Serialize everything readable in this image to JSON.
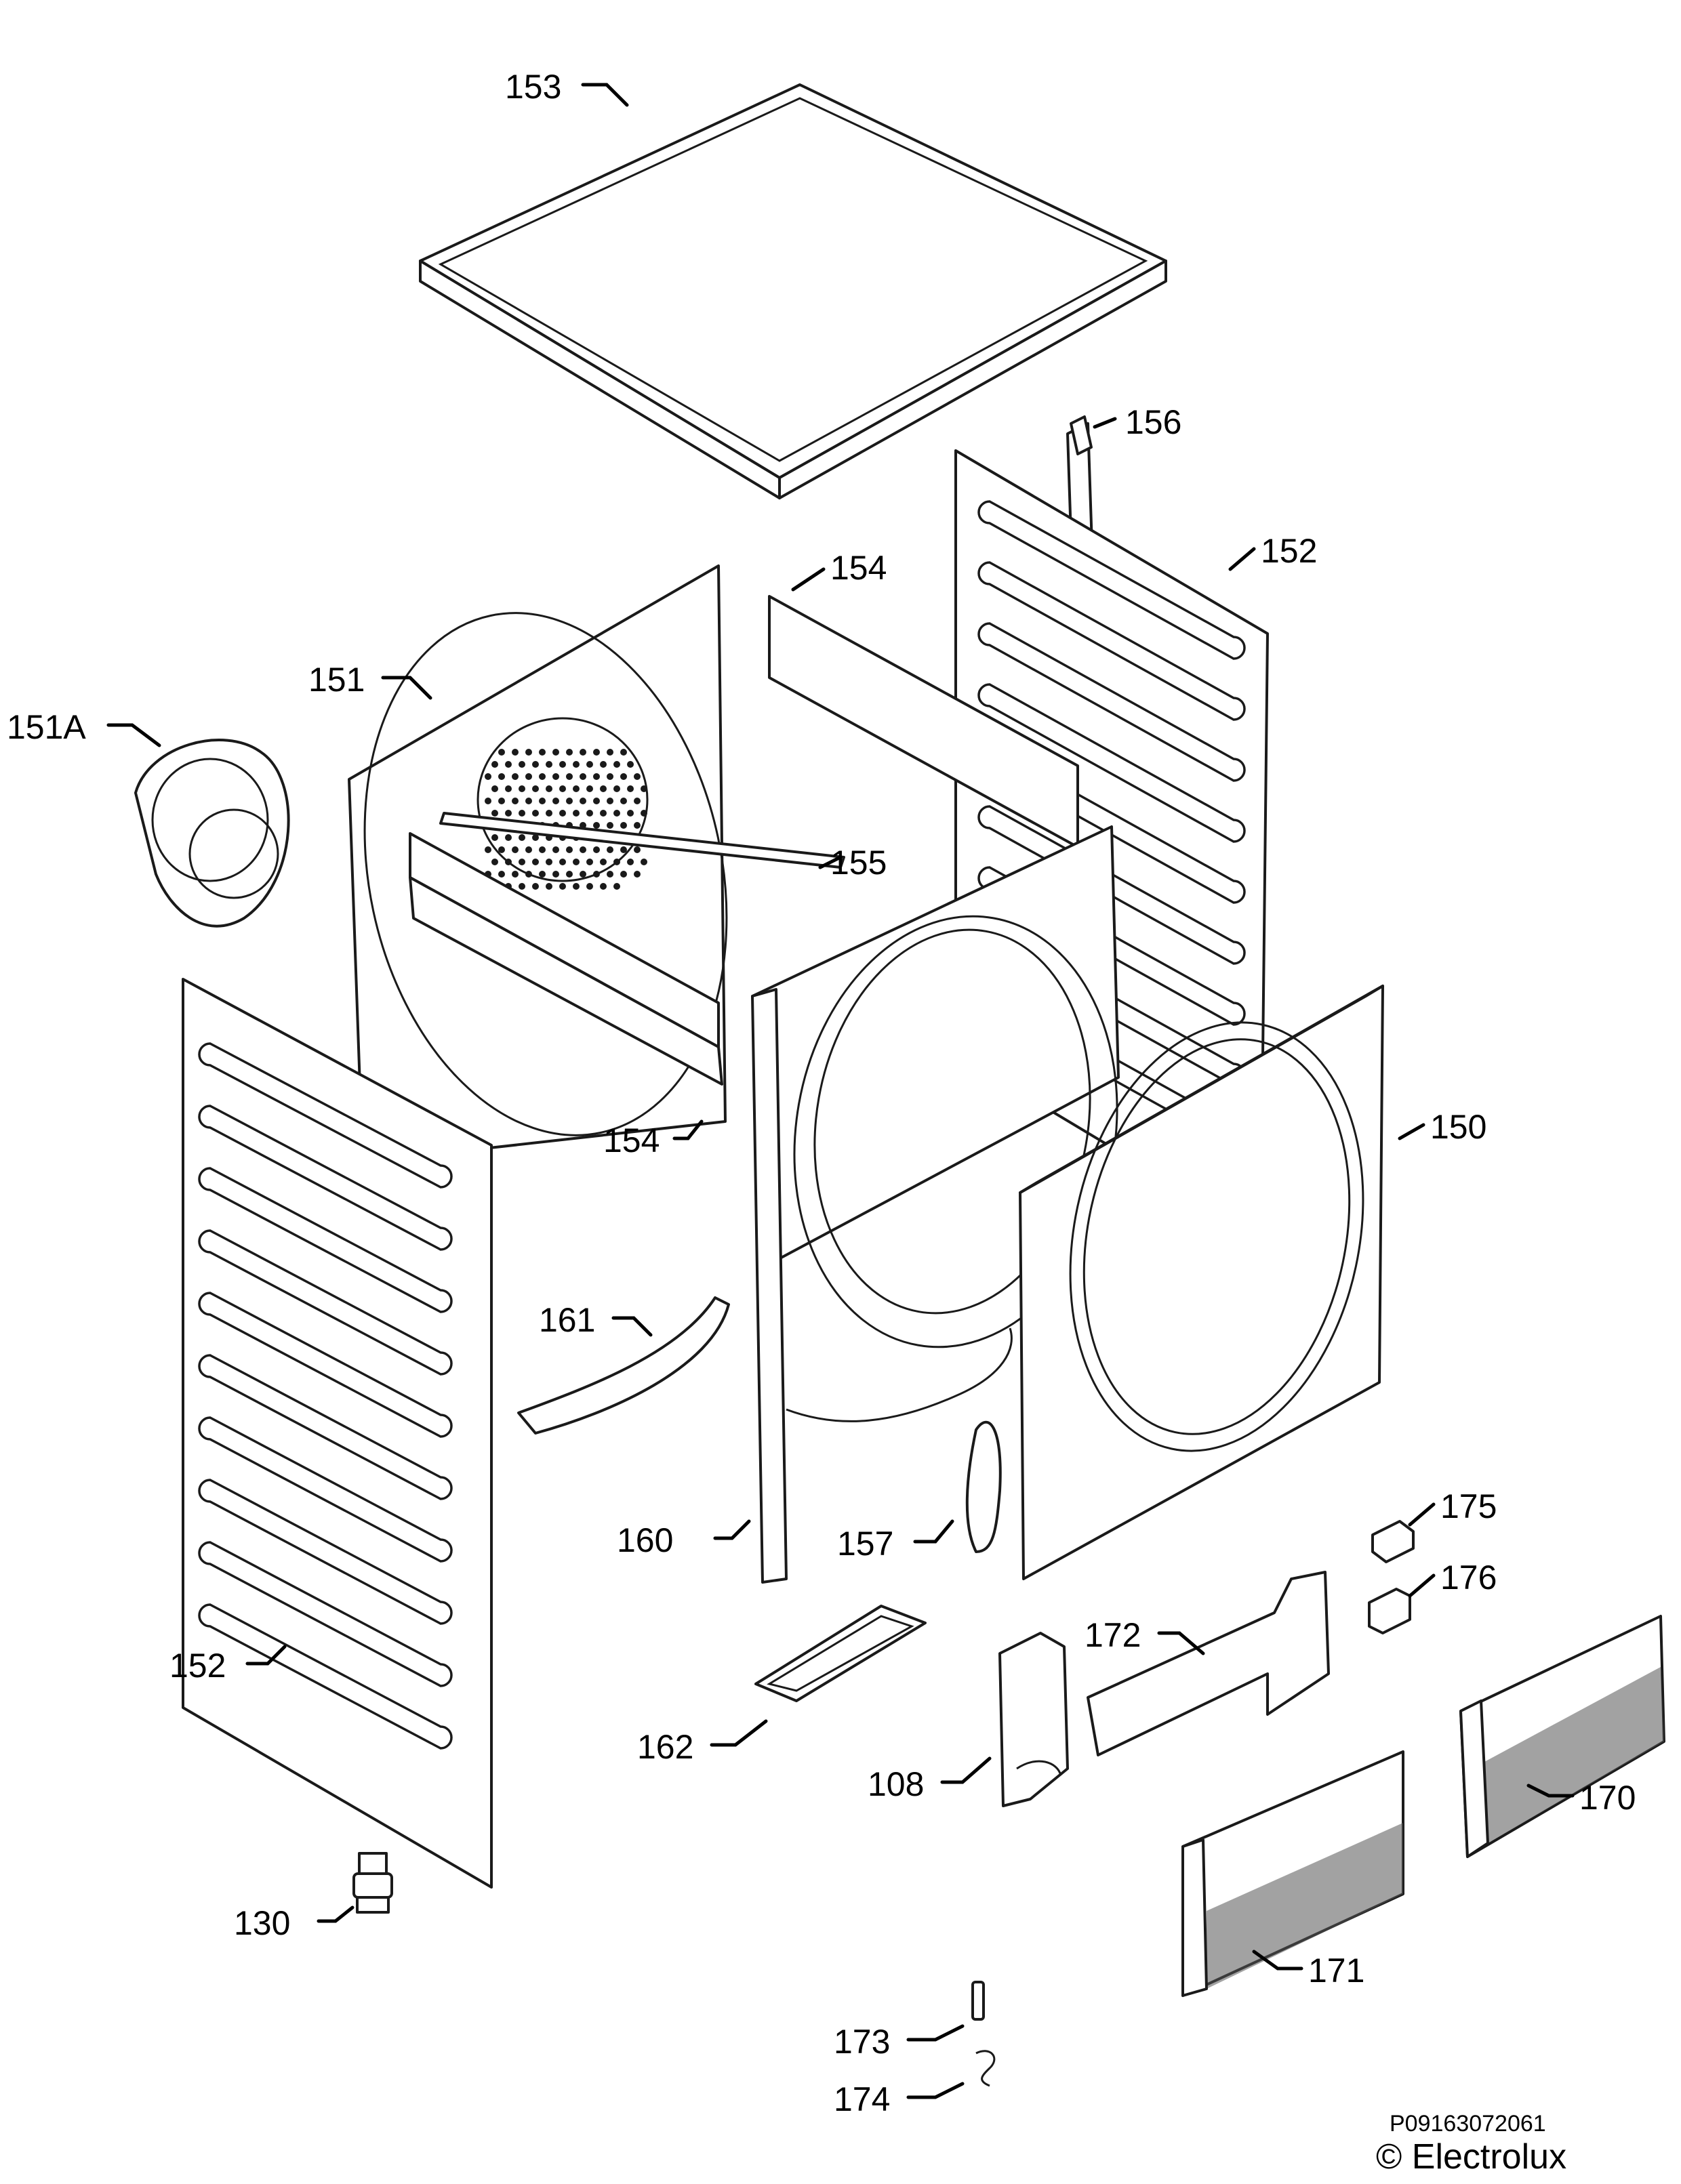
{
  "labels": {
    "p153": "153",
    "p156": "156",
    "p154a": "154",
    "p152a": "152",
    "p151": "151",
    "p151a": "151A",
    "p155": "155",
    "p154b": "154",
    "p150": "150",
    "p161": "161",
    "p160": "160",
    "p157": "157",
    "p175": "175",
    "p176": "176",
    "p172": "172",
    "p152b": "152",
    "p162": "162",
    "p108": "108",
    "p170": "170",
    "p130": "130",
    "p171": "171",
    "p173": "173",
    "p174": "174"
  },
  "footer": {
    "code": "P09163072061",
    "brand": "© Electrolux"
  }
}
